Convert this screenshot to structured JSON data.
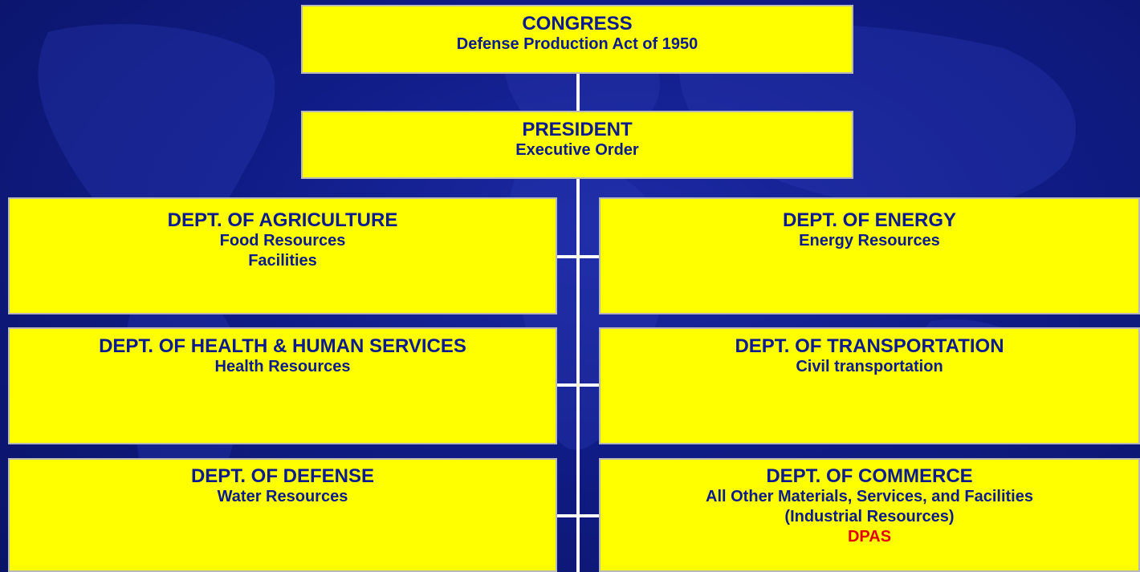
{
  "boxes": {
    "congress": {
      "title": "CONGRESS",
      "lines": [
        "Defense Production Act of 1950"
      ]
    },
    "president": {
      "title": "PRESIDENT",
      "lines": [
        "Executive Order"
      ]
    },
    "agriculture": {
      "title": "DEPT. OF AGRICULTURE",
      "lines": [
        "Food Resources",
        "Facilities"
      ]
    },
    "energy": {
      "title": "DEPT. OF ENERGY",
      "lines": [
        "Energy Resources"
      ]
    },
    "health": {
      "title": "DEPT. OF HEALTH & HUMAN SERVICES",
      "lines": [
        "Health Resources"
      ]
    },
    "transportation": {
      "title": "DEPT. OF TRANSPORTATION",
      "lines": [
        "Civil transportation"
      ]
    },
    "defense": {
      "title": "DEPT. OF DEFENSE",
      "lines": [
        "Water Resources"
      ]
    },
    "commerce": {
      "title": "DEPT. OF COMMERCE",
      "lines": [
        "All Other Materials, Services, and Facilities",
        "(Industrial Resources)"
      ],
      "highlight": "DPAS"
    }
  },
  "colors": {
    "background": "#101c86",
    "box_fill": "#ffff00",
    "box_text": "#0b1a8c",
    "highlight_text": "#e00000",
    "connector": "#ffffff"
  }
}
